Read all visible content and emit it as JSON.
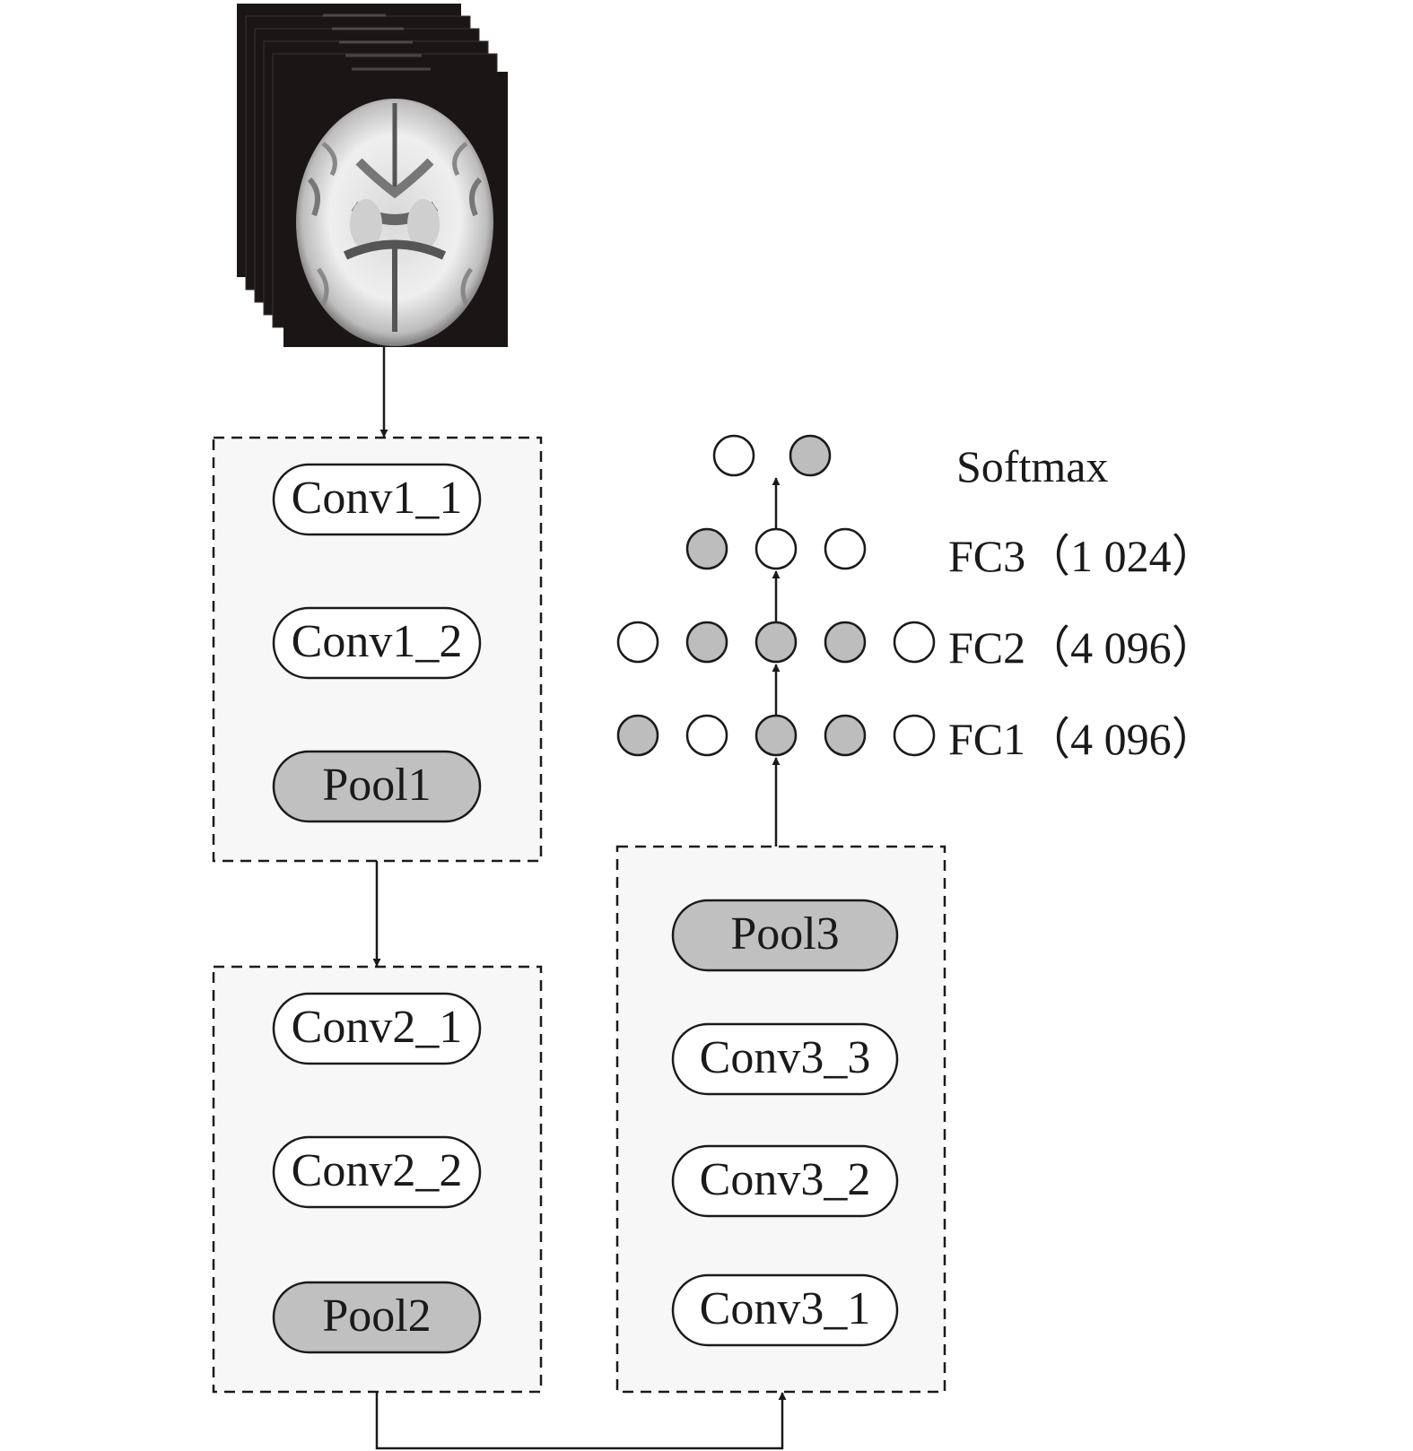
{
  "colors": {
    "line": "#1a1a1a",
    "block_fill": "#f7f7f7",
    "pool_fill": "#c0c0c0",
    "node_filled": "#bdbdbd",
    "node_empty": "#ffffff",
    "image_background": "#1b1616"
  },
  "input_image": {
    "description_icon": "brain-mri-slice-stack-icon",
    "slice_count": 6
  },
  "block1": {
    "layers": [
      "Conv1_1",
      "Conv1_2",
      "Pool1"
    ]
  },
  "block2": {
    "layers": [
      "Conv2_1",
      "Conv2_2",
      "Pool2"
    ]
  },
  "block3": {
    "layers": [
      "Pool3",
      "Conv3_3",
      "Conv3_2",
      "Conv3_1"
    ]
  },
  "fc_layers": {
    "softmax": {
      "label": "Softmax",
      "nodes": [
        0,
        1
      ]
    },
    "fc3": {
      "label": "FC3（1 024）",
      "nodes": [
        1,
        0,
        0
      ]
    },
    "fc2": {
      "label": "FC2（4 096）",
      "nodes": [
        0,
        1,
        1,
        1,
        0
      ]
    },
    "fc1": {
      "label": "FC1（4 096）",
      "nodes": [
        1,
        0,
        1,
        1,
        0
      ]
    }
  }
}
